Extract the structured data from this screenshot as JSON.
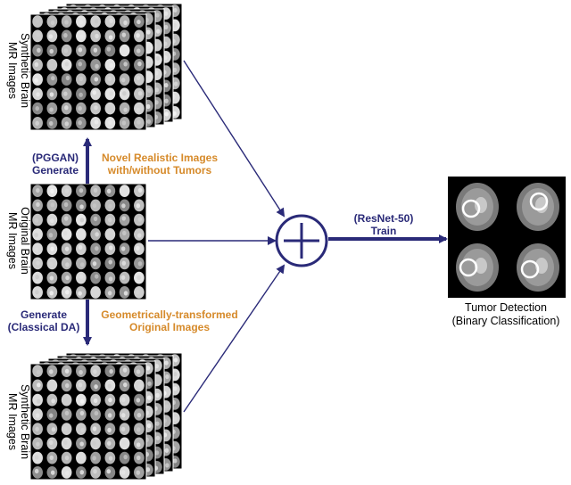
{
  "colors": {
    "arrow": "#2a2a78",
    "process_label": "#2a2a78",
    "description_label": "#d68a2a",
    "panel_background": "#000000",
    "detection_circle": "#ffffff"
  },
  "icons": {
    "combine": "circle-plus-icon",
    "arrows": "arrow-icon"
  },
  "stacks": {
    "synthetic_top": {
      "label_line1": "Synthetic Brain",
      "label_line2": "MR Images"
    },
    "original": {
      "label_line1": "Original Brain",
      "label_line2": "MR Images"
    },
    "synthetic_bottom": {
      "label_line1": "Synthetic Brain",
      "label_line2": "MR Images"
    }
  },
  "pggan_step": {
    "process_line1": "(PGGAN)",
    "process_line2": "Generate",
    "description_line1": "Novel Realistic Images",
    "description_line2": "with/without Tumors"
  },
  "classical_step": {
    "process_line1": "Generate",
    "process_line2": "(Classical DA)",
    "description_line1": "Geometrically-transformed",
    "description_line2": "Original Images"
  },
  "train_step": {
    "line1": "(ResNet-50)",
    "line2": "Train"
  },
  "output": {
    "line1": "Tumor Detection",
    "line2": "(Binary Classification)"
  }
}
